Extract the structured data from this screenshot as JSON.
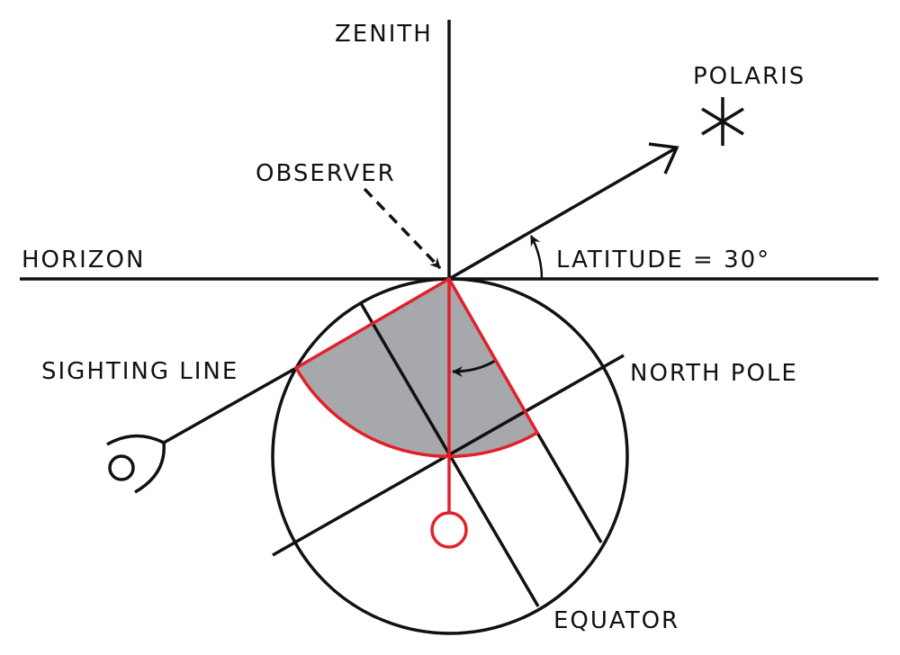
{
  "labels": {
    "zenith": "ZENITH",
    "polaris": "POLARIS",
    "observer": "OBSERVER",
    "horizon": "HORIZON",
    "latitude": "LATITUDE = 30°",
    "sighting_line": "SIGHTING LINE",
    "north_pole": "NORTH POLE",
    "equator": "EQUATOR"
  },
  "latitude_degrees": 30,
  "colors": {
    "line": "#111111",
    "accent": "#e3202a",
    "wedge_fill": "#a7a8ab"
  }
}
